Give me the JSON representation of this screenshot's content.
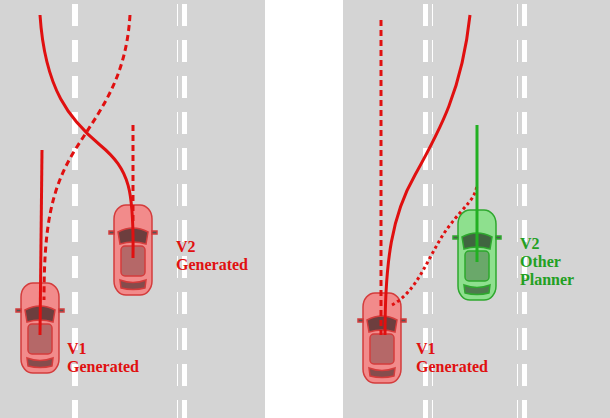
{
  "diagram": {
    "labels": [
      "V2 Generated",
      "V1 Generated",
      "V2 Other Planner",
      "V1 Generated"
    ]
  }
}
